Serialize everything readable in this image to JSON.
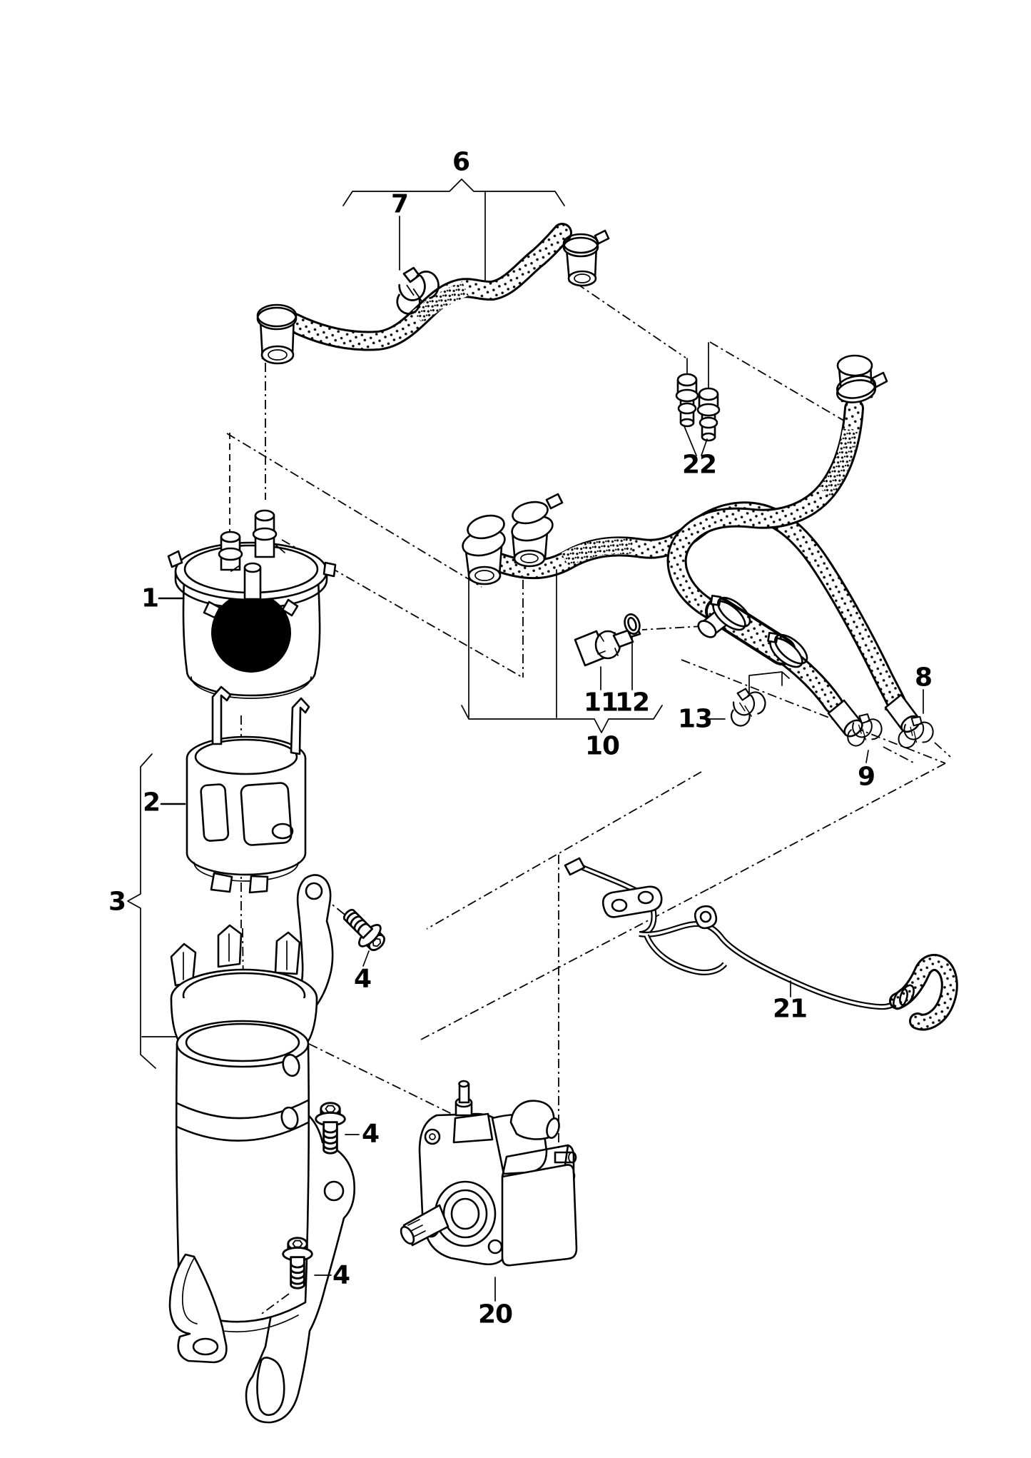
{
  "canvas": {
    "background": "#ffffff",
    "line_color": "#000000",
    "accent_fill": "#000000"
  },
  "diagram": {
    "kind": "exploded-parts-drawing",
    "style": "black-and-white line art, speckled fuel hoses, dash-dot assembly axes"
  },
  "labels": [
    {
      "id": "part-1",
      "text": "1"
    },
    {
      "id": "part-2",
      "text": "2"
    },
    {
      "id": "part-3",
      "text": "3"
    },
    {
      "id": "part-4-upper",
      "text": "4"
    },
    {
      "id": "part-4-middle",
      "text": "4"
    },
    {
      "id": "part-4-lower",
      "text": "4"
    },
    {
      "id": "part-6",
      "text": "6"
    },
    {
      "id": "part-7",
      "text": "7"
    },
    {
      "id": "part-8",
      "text": "8"
    },
    {
      "id": "part-9",
      "text": "9"
    },
    {
      "id": "part-10",
      "text": "10"
    },
    {
      "id": "part-11",
      "text": "11"
    },
    {
      "id": "part-12",
      "text": "12"
    },
    {
      "id": "part-13",
      "text": "13"
    },
    {
      "id": "part-20",
      "text": "20"
    },
    {
      "id": "part-21",
      "text": "21"
    },
    {
      "id": "part-22",
      "text": "22"
    }
  ]
}
